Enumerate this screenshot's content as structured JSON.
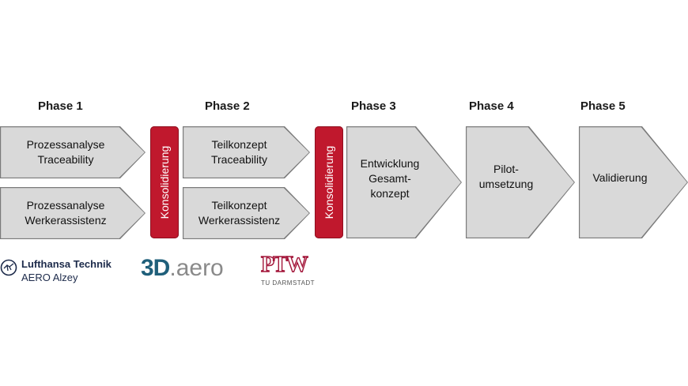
{
  "phases": [
    "Phase 1",
    "Phase 2",
    "Phase 3",
    "Phase 4",
    "Phase 5"
  ],
  "boxes": {
    "p1_top": [
      "Prozessanalyse",
      "Traceability"
    ],
    "p1_bottom": [
      "Prozessanalyse",
      "Werkerassistenz"
    ],
    "p2_top": [
      "Teilkonzept",
      "Traceability"
    ],
    "p2_bottom": [
      "Teilkonzept",
      "Werkerassistenz"
    ],
    "p3": [
      "Entwicklung",
      "Gesamt-",
      "konzept"
    ],
    "p4": [
      "Pilot-",
      "umsetzung"
    ],
    "p5": [
      "Validierung"
    ]
  },
  "consolidation_label": "Konsolidierung",
  "logos": {
    "lufthansa_line1": "Lufthansa Technik",
    "lufthansa_line2": "AERO Alzey",
    "aero_3d": "3D",
    "aero_rest": ".aero",
    "ptw_mark": "PTW",
    "ptw_sub": "TU DARMSTADT"
  },
  "colors": {
    "box_fill": "#d9d9d9",
    "consolidation": "#c0182d",
    "aero_blue": "#1f5f7a",
    "ptw_red": "#a3163a"
  }
}
